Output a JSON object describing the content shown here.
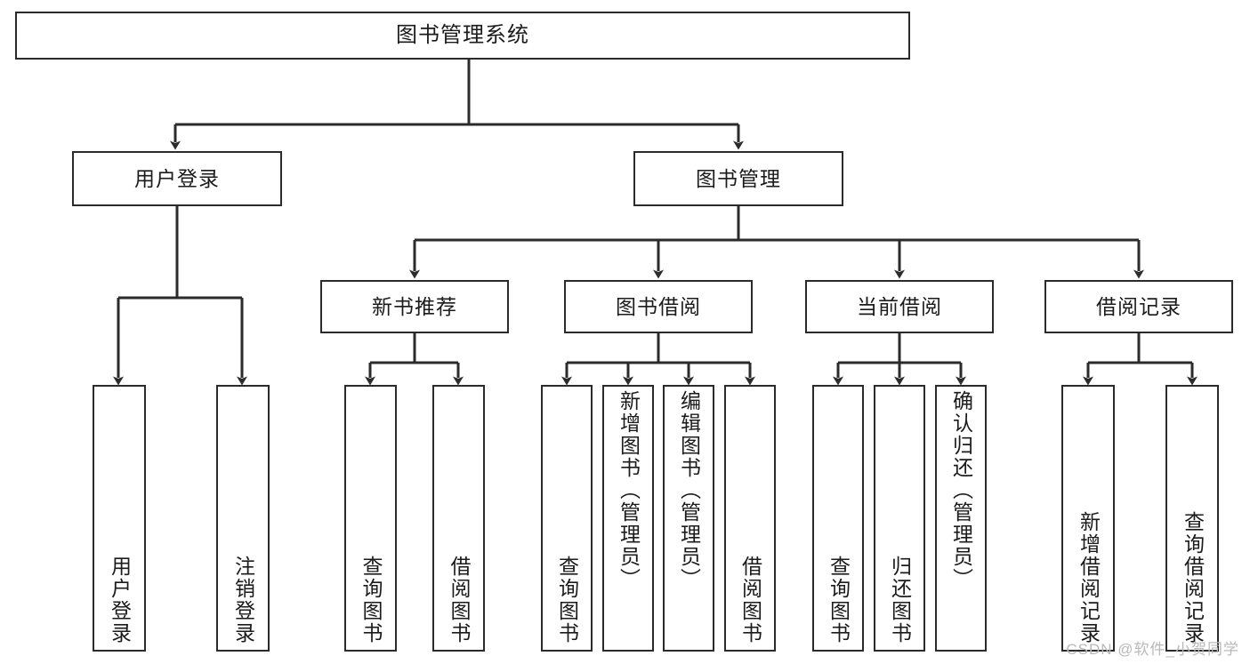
{
  "diagram": {
    "title": "图书管理系统",
    "type": "tree",
    "orientation": "top-down",
    "line_color": "#2b2b2b",
    "box_fill": "#ffffff",
    "text_color": "#1b1b1b"
  },
  "nodes": {
    "root": {
      "label": "图书管理系统"
    },
    "level2": [
      {
        "id": "user-login",
        "label": "用户登录"
      },
      {
        "id": "book-manage",
        "label": "图书管理"
      }
    ],
    "level3": [
      {
        "id": "new-book-recommend",
        "label": "新书推荐"
      },
      {
        "id": "book-borrow",
        "label": "图书借阅"
      },
      {
        "id": "current-borrow",
        "label": "当前借阅"
      },
      {
        "id": "borrow-record",
        "label": "借阅记录"
      }
    ],
    "leaves": {
      "user_login": [
        {
          "id": "leaf-user-login",
          "label": "用户登录"
        },
        {
          "id": "leaf-user-logout",
          "label": "注销登录"
        }
      ],
      "new_book_recommend": [
        {
          "id": "leaf-query-book-1",
          "label": "查询图书"
        },
        {
          "id": "leaf-borrow-book-1",
          "label": "借阅图书"
        }
      ],
      "book_borrow": [
        {
          "id": "leaf-query-book-2",
          "label": "查询图书"
        },
        {
          "id": "leaf-add-book",
          "label": "新增图书（管理员）"
        },
        {
          "id": "leaf-edit-book",
          "label": "编辑图书（管理员）"
        },
        {
          "id": "leaf-borrow-book-2",
          "label": "借阅图书"
        }
      ],
      "current_borrow": [
        {
          "id": "leaf-query-book-3",
          "label": "查询图书"
        },
        {
          "id": "leaf-return-book",
          "label": "归还图书"
        },
        {
          "id": "leaf-confirm-return",
          "label": "确认归还（管理员）"
        }
      ],
      "borrow_record": [
        {
          "id": "leaf-add-record",
          "label": "新增借阅记录"
        },
        {
          "id": "leaf-query-record",
          "label": "查询借阅记录"
        }
      ]
    }
  },
  "watermark": {
    "text": "CSDN @软件_小贺同学"
  }
}
